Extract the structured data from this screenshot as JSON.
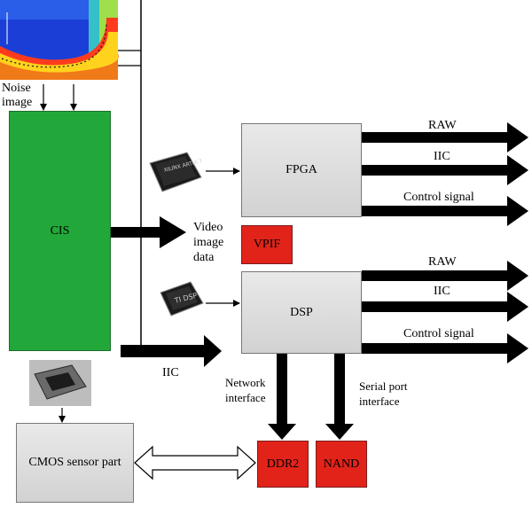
{
  "labels": {
    "noise_image": "Noise\nimage",
    "cis": "CIS",
    "video_image_data": "Video\nimage\ndata",
    "vpif": "VPIF",
    "fpga": "FPGA",
    "dsp": "DSP",
    "raw_fpga": "RAW",
    "iic_fpga": "IIC",
    "control_fpga": "Control signal",
    "raw_dsp": "RAW",
    "iic_dsp": "IIC",
    "control_dsp": "Control signal",
    "iic_bottom": "IIC",
    "network_interface": "Network\ninterface",
    "serial_port_interface": "Serial port\ninterface",
    "cmos_sensor_part": "CMOS sensor part",
    "ddr2": "DDR2",
    "nand": "NAND"
  },
  "colors": {
    "cis_green": "#22a83a",
    "module_red": "#e2231a",
    "module_gray": "#d9d9d9",
    "arrow_black": "#000000"
  },
  "icons": {
    "fpga_chip": "fpga-chip-icon",
    "dsp_chip": "dsp-chip-icon",
    "cmos_sensor": "cmos-sensor-icon",
    "noise_heatmap": "noise-heatmap-icon"
  }
}
